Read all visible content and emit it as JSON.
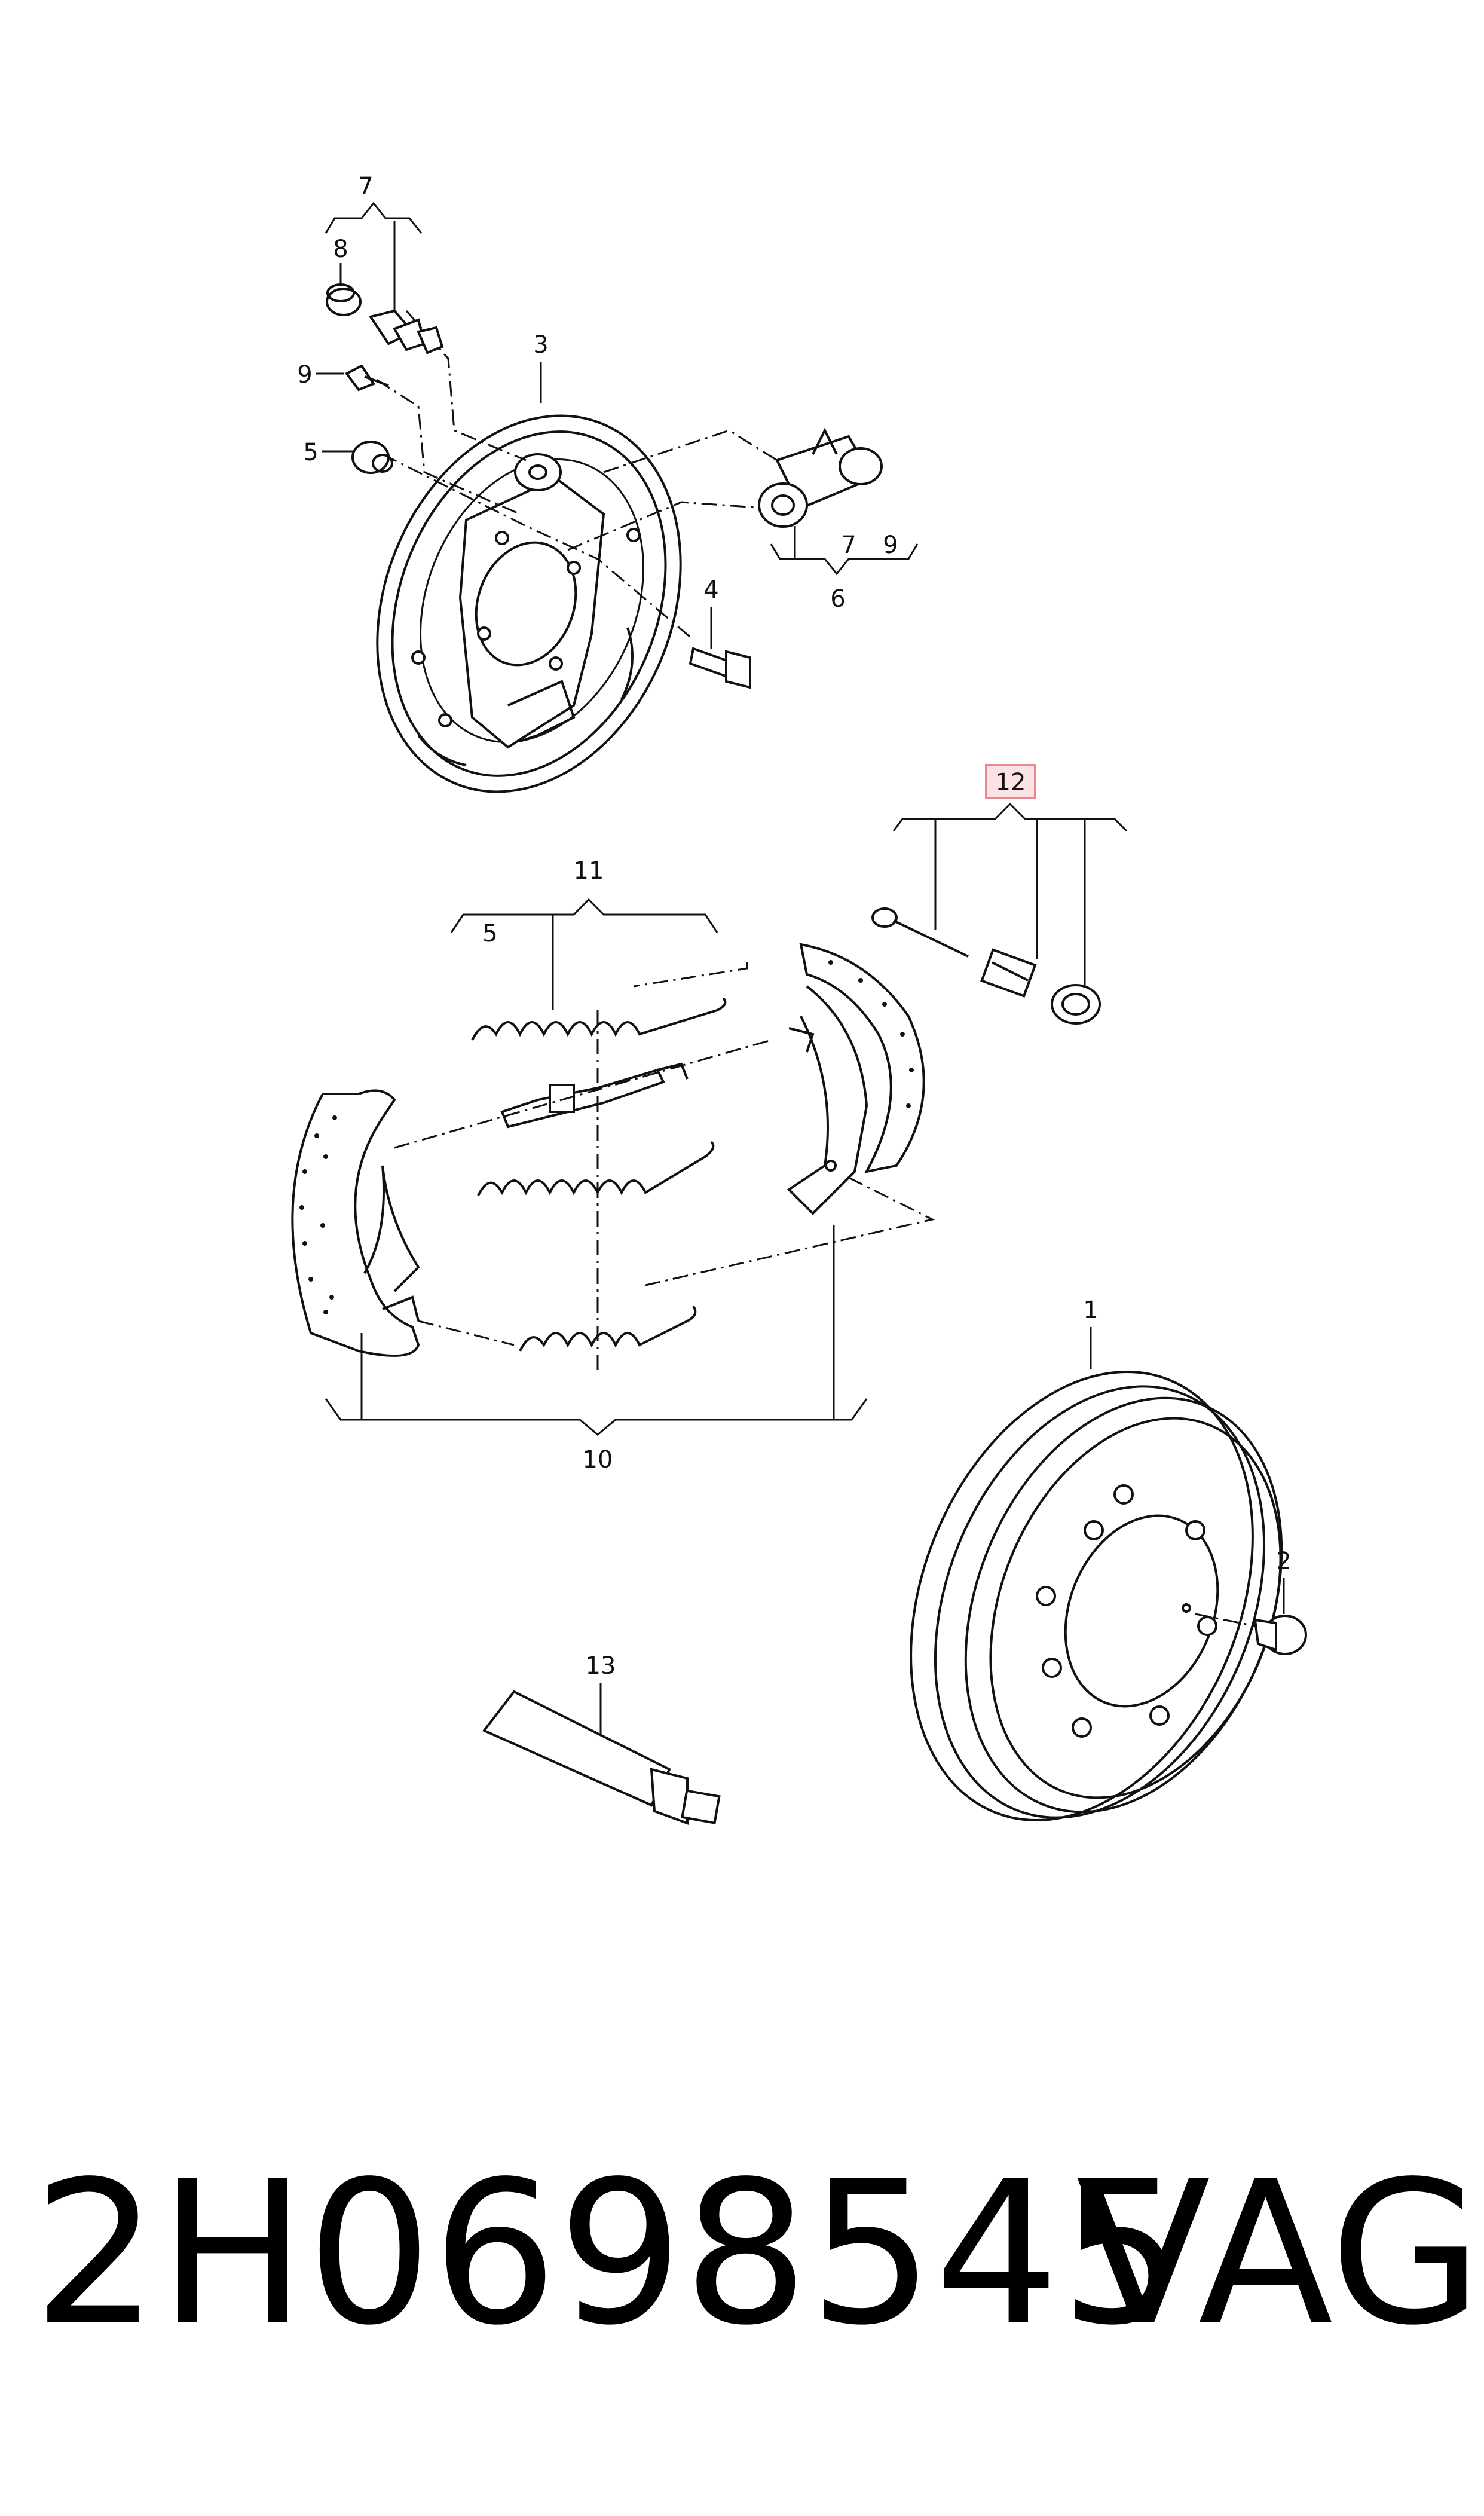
{
  "diagram": {
    "callouts": {
      "c1": "1",
      "c2": "2",
      "c3": "3",
      "c4": "4",
      "c5a": "5",
      "c5b": "5",
      "c6": "6",
      "c7a": "7",
      "c7b": "7",
      "c8": "8",
      "c9a": "9",
      "c9b": "9",
      "c10": "10",
      "c11": "11",
      "c12": "12",
      "c13": "13"
    },
    "highlighted_callout": "12",
    "highlight_color": "#e8888f",
    "highlight_fill": "#fbe3e5"
  },
  "footer": {
    "part_number": "2H0698545",
    "brand": "VAG"
  }
}
